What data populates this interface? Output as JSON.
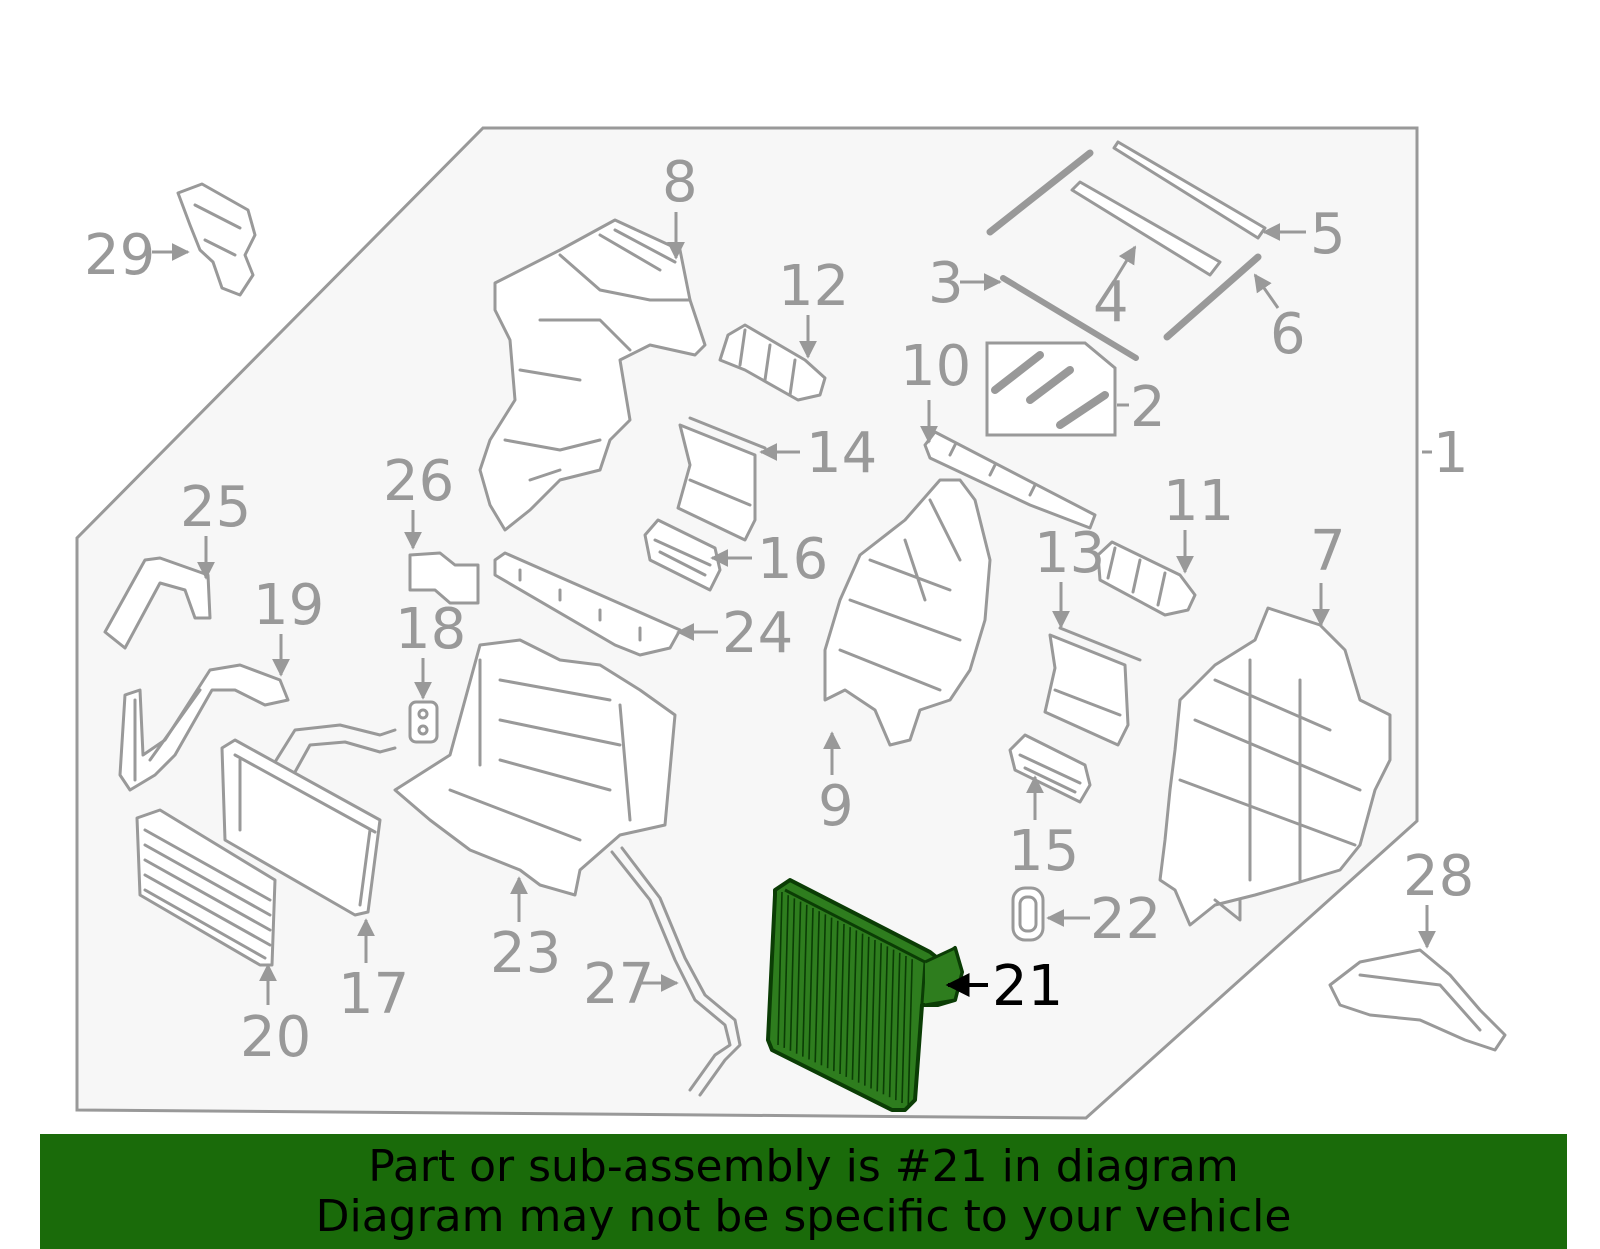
{
  "colors": {
    "banner_bg": "#1a6b0a",
    "highlight_part": "#2e7d1e",
    "highlight_dark": "#0b3d05",
    "line_gray": "#999999",
    "panel_bg": "#f7f7f7"
  },
  "callouts": {
    "c1": "1",
    "c2": "2",
    "c3": "3",
    "c4": "4",
    "c5": "5",
    "c6": "6",
    "c7": "7",
    "c8": "8",
    "c9": "9",
    "c10": "10",
    "c11": "11",
    "c12": "12",
    "c13": "13",
    "c14": "14",
    "c15": "15",
    "c16": "16",
    "c17": "17",
    "c18": "18",
    "c19": "19",
    "c20": "20",
    "c21": "21",
    "c22": "22",
    "c23": "23",
    "c24": "24",
    "c25": "25",
    "c26": "26",
    "c27": "27",
    "c28": "28",
    "c29": "29"
  },
  "banner": {
    "line1": "Part or sub-assembly is #21 in diagram",
    "line2": "Diagram may not be specific to your vehicle"
  },
  "highlighted_part": "21"
}
